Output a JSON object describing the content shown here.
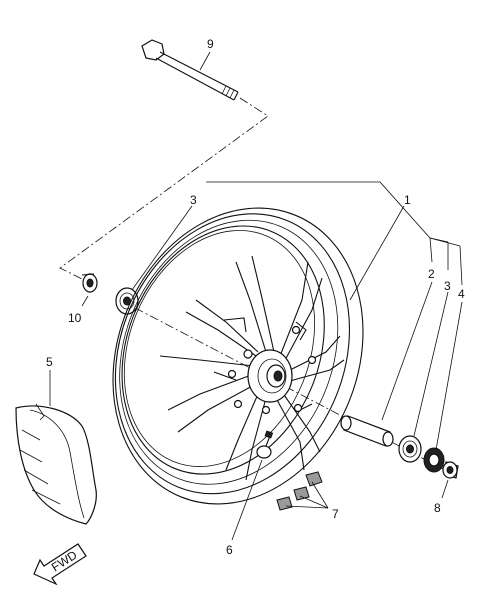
{
  "callouts": {
    "c1": "1",
    "c2": "2",
    "c3a": "3",
    "c3b": "3",
    "c4": "4",
    "c5": "5",
    "c6": "6",
    "c7": "7",
    "c8": "8",
    "c9": "9",
    "c10": "10"
  },
  "direction_label": "FWD",
  "icons": [
    "axle-bolt",
    "wheel-rim",
    "collar",
    "bearing",
    "oil-seal",
    "tire",
    "valve",
    "balance-weight",
    "fwd-arrow"
  ]
}
